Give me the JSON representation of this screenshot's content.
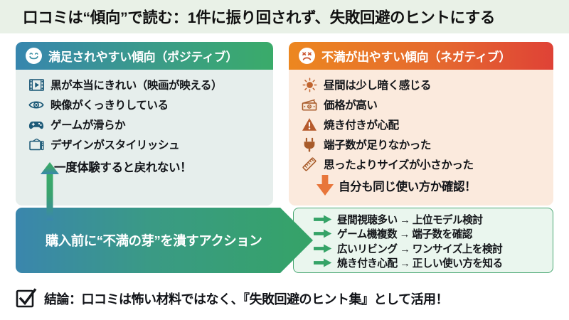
{
  "title": "口コミは“傾向”で読む：1件に振り回されず、失敗回避のヒントにする",
  "colors": {
    "title_band_bg": "#e9f1e7",
    "positive_panel_bg": "#e6eeec",
    "negative_panel_bg": "#fbeadd",
    "positive_header_from": "#3786ae",
    "positive_header_to": "#3aab6a",
    "negative_header_from": "#ec8720",
    "negative_header_to": "#df4236",
    "positive_icon": "#1d5a78",
    "negative_icon": "#a85b2a",
    "action_bar_from": "#3a86ad",
    "action_bar_to": "#35a367",
    "action_list_border": "#4aa873",
    "action_list_bg": "#eaf6ee",
    "action_arrow": "#35a367",
    "down_arrow": "#e8763a",
    "up_arrow_from": "#3bab6b",
    "up_arrow_to": "#3a86ad"
  },
  "positive": {
    "icon": "smiling-face-icon",
    "header": "満足されやすい傾向（ポジティブ）",
    "items": [
      {
        "icon": "film-strip-icon",
        "label": "黒が本当にきれい（映画が映える）"
      },
      {
        "icon": "eye-icon",
        "label": "映像がくっきりしている"
      },
      {
        "icon": "gamepad-icon",
        "label": "ゲームが滑らか"
      },
      {
        "icon": "television-icon",
        "label": "デザインがスタイリッシュ"
      }
    ],
    "callout": "一度体験すると戻れない！",
    "callout_icon": "up-arrow-icon"
  },
  "negative": {
    "icon": "frowning-face-icon",
    "header": "不満が出やすい傾向（ネガティブ）",
    "items": [
      {
        "icon": "sun-icon",
        "label": "昼間は少し暗く感じる"
      },
      {
        "icon": "banknote-icon",
        "label": "価格が高い"
      },
      {
        "icon": "warning-triangle-icon",
        "label": "焼き付きが心配"
      },
      {
        "icon": "power-plug-icon",
        "label": "端子数が足りなかった"
      },
      {
        "icon": "ruler-icon",
        "label": "思ったよりサイズが小さかった"
      }
    ],
    "callout": "自分も同じ使い方か確認！",
    "callout_icon": "down-arrow-icon"
  },
  "action": {
    "bar_label": "購入前に“不満の芽”を潰すアクション",
    "items": [
      {
        "icon": "right-arrow-icon",
        "text": "昼間視聴多い → 上位モデル検討"
      },
      {
        "icon": "right-arrow-icon",
        "text": "ゲーム機複数 → 端子数を確認"
      },
      {
        "icon": "right-arrow-icon",
        "text": "広いリビング → ワンサイズ上を検討"
      },
      {
        "icon": "right-arrow-icon",
        "text": "焼き付き心配 → 正しい使い方を知る"
      }
    ]
  },
  "conclusion": {
    "icon": "checkbox-checked-icon",
    "text": "結論：口コミは怖い材料ではなく、『失敗回避のヒント集』として活用！"
  }
}
